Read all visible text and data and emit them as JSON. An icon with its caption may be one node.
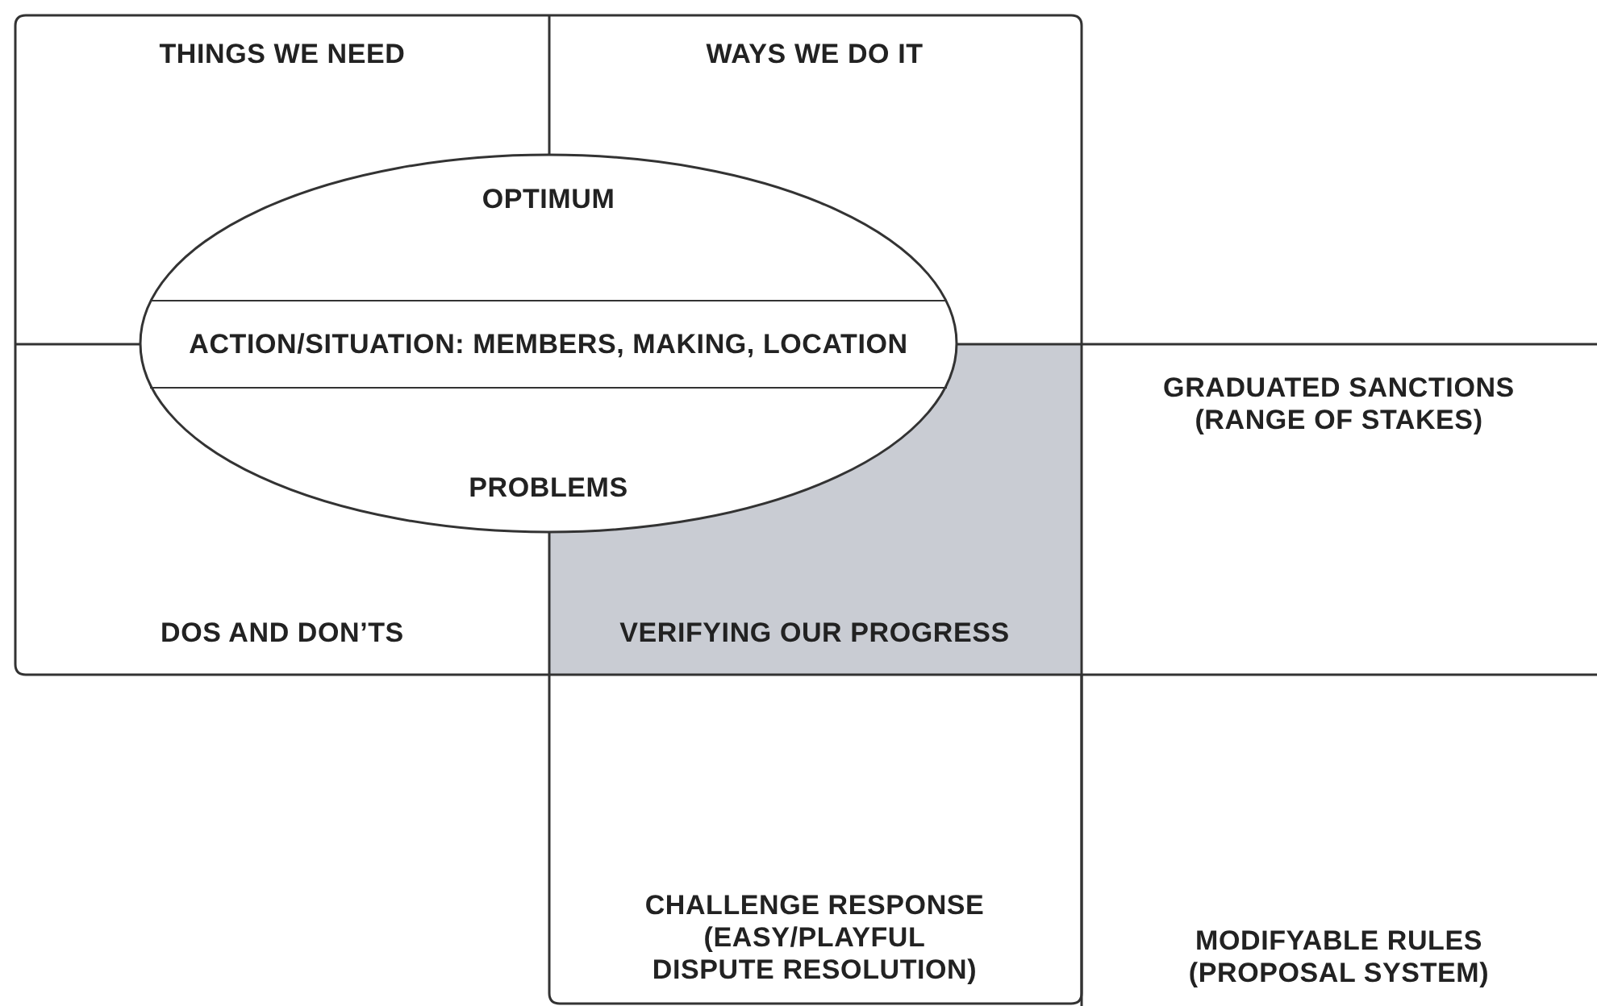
{
  "diagram": {
    "nodes": [
      {
        "text": [
          "THINGS WE NEED"
        ]
      },
      {
        "text": [
          "WAYS WE DO IT"
        ]
      },
      {
        "text": [
          "OPTIMUM",
          "PROBLEMS"
        ]
      },
      {
        "text": [
          "ACTION/SITUATION: MEMBERS, MAKING, LOCATION"
        ],
        "in": 2
      },
      {
        "text": [
          "DOS AND DON’TS"
        ]
      },
      {
        "text": [
          "VERIFYING OUR PROGRESS"
        ]
      },
      {
        "text": [
          "GRADUATED SANCTIONS (RANGE OF STAKES)"
        ]
      },
      {
        "text": [
          "CHALLENGE RESPONSE (EASY/PLAYFUL DISPUTE RESOLUTION)"
        ]
      },
      {
        "text": [
          "MODIFYABLE RULES (PROPOSAL SYSTEM)"
        ]
      }
    ]
  }
}
